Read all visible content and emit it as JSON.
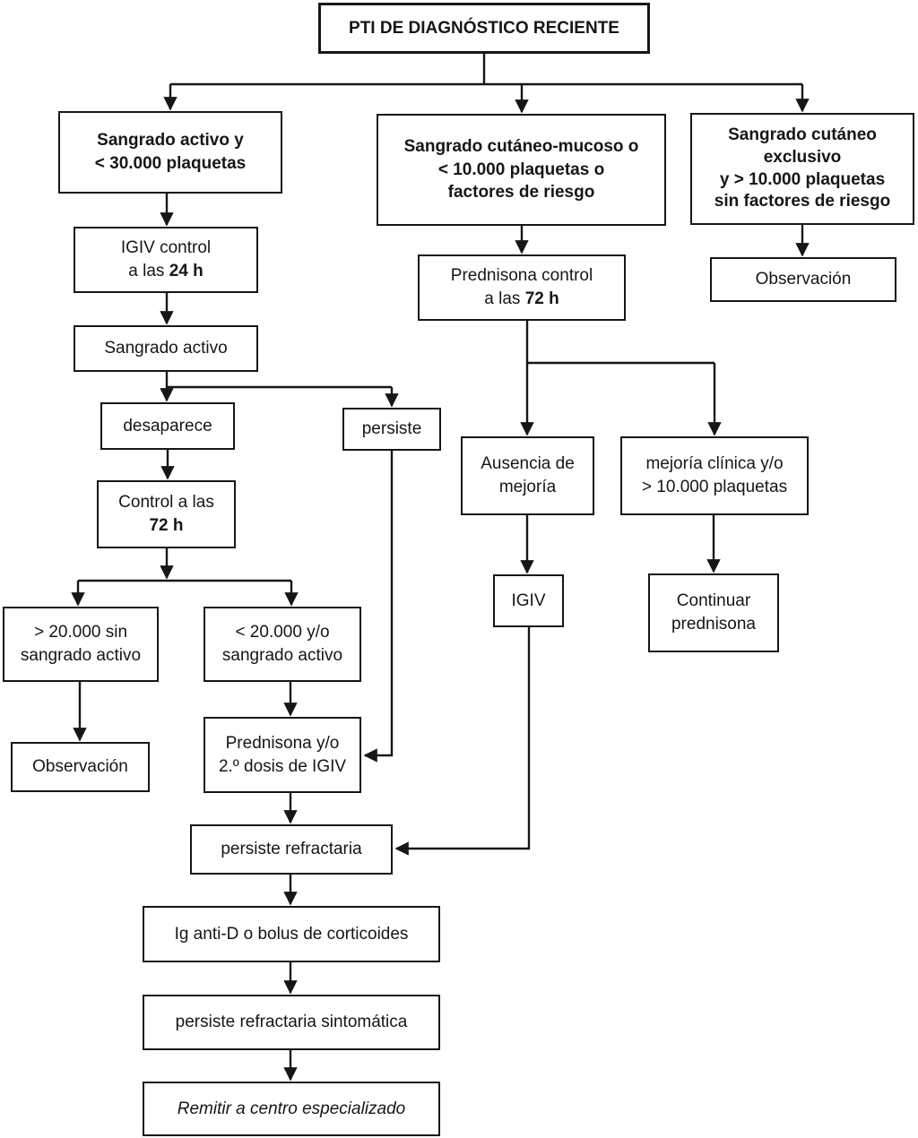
{
  "diagram": {
    "title": "PTI DE DIAGNÓSTICO RECIENTE",
    "language": "es",
    "colors": {
      "ink": "#161616",
      "background": "#ffffff"
    }
  },
  "nodes": {
    "title": {
      "lines": [
        [
          {
            "t": "PTI DE DIAGNÓSTICO RECIENTE",
            "b": true
          }
        ]
      ]
    },
    "sangrado_activo_plaquetas": {
      "lines": [
        [
          {
            "t": "Sangrado activo y",
            "b": true
          }
        ],
        [
          {
            "t": "< 30.000 plaquetas",
            "b": true
          }
        ]
      ]
    },
    "cutaneo_mucoso": {
      "lines": [
        [
          {
            "t": "Sangrado cutáneo-mucoso o",
            "b": true
          }
        ],
        [
          {
            "t": "< 10.000 plaquetas o",
            "b": true
          }
        ],
        [
          {
            "t": "factores de riesgo",
            "b": true
          }
        ]
      ]
    },
    "cutaneo_exclusivo": {
      "lines": [
        [
          {
            "t": "Sangrado cutáneo",
            "b": true
          }
        ],
        [
          {
            "t": "exclusivo",
            "b": true
          }
        ],
        [
          {
            "t": "y > 10.000 plaquetas",
            "b": true
          }
        ],
        [
          {
            "t": "sin factores de riesgo",
            "b": true
          }
        ]
      ]
    },
    "igiv_control": {
      "lines": [
        [
          {
            "t": "IGIV control",
            "b": false
          }
        ],
        [
          {
            "t": "a las ",
            "b": false
          },
          {
            "t": "24 h",
            "b": true
          }
        ]
      ]
    },
    "sangrado_activo": {
      "lines": [
        [
          {
            "t": "Sangrado activo",
            "b": false
          }
        ]
      ]
    },
    "desaparece": {
      "lines": [
        [
          {
            "t": "desaparece",
            "b": false
          }
        ]
      ]
    },
    "persiste": {
      "lines": [
        [
          {
            "t": "persiste",
            "b": false
          }
        ]
      ]
    },
    "control_72h": {
      "lines": [
        [
          {
            "t": "Control a las",
            "b": false
          }
        ],
        [
          {
            "t": "72 h",
            "b": true
          }
        ]
      ]
    },
    "prednisona_control": {
      "lines": [
        [
          {
            "t": "Prednisona control",
            "b": false
          }
        ],
        [
          {
            "t": "a las ",
            "b": false
          },
          {
            "t": "72 h",
            "b": true
          }
        ]
      ]
    },
    "observacion_superior": {
      "lines": [
        [
          {
            "t": "Observación",
            "b": false
          }
        ]
      ]
    },
    "ausencia_mejoria": {
      "lines": [
        [
          {
            "t": "Ausencia de",
            "b": false
          }
        ],
        [
          {
            "t": "mejoría",
            "b": false
          }
        ]
      ]
    },
    "mejoria_clinica": {
      "lines": [
        [
          {
            "t": "mejoría clínica y/o",
            "b": false
          }
        ],
        [
          {
            "t": "> 10.000 plaquetas",
            "b": false
          }
        ]
      ]
    },
    "igiv": {
      "lines": [
        [
          {
            "t": "IGIV",
            "b": false
          }
        ]
      ]
    },
    "continuar_prednisona": {
      "lines": [
        [
          {
            "t": "Continuar",
            "b": false
          }
        ],
        [
          {
            "t": "prednisona",
            "b": false
          }
        ]
      ]
    },
    "mayor_20000": {
      "lines": [
        [
          {
            "t": "> 20.000 sin",
            "b": false
          }
        ],
        [
          {
            "t": "sangrado activo",
            "b": false
          }
        ]
      ]
    },
    "menor_20000": {
      "lines": [
        [
          {
            "t": "< 20.000 y/o",
            "b": false
          }
        ],
        [
          {
            "t": "sangrado activo",
            "b": false
          }
        ]
      ]
    },
    "observacion_inferior": {
      "lines": [
        [
          {
            "t": "Observación",
            "b": false
          }
        ]
      ]
    },
    "prednisona_2dosis": {
      "lines": [
        [
          {
            "t": "Prednisona y/o",
            "b": false
          }
        ],
        [
          {
            "t": "2.º dosis de IGIV",
            "b": false
          }
        ]
      ]
    },
    "persiste_refractaria": {
      "lines": [
        [
          {
            "t": "persiste refractaria",
            "b": false
          }
        ]
      ]
    },
    "ig_antid": {
      "lines": [
        [
          {
            "t": "Ig anti-D o bolus de corticoides",
            "b": false
          }
        ]
      ]
    },
    "persiste_sintomatica": {
      "lines": [
        [
          {
            "t": "persiste refractaria sintomática",
            "b": false
          }
        ]
      ]
    },
    "remitir_centro": {
      "lines": [
        [
          {
            "t": "Remitir a centro especializado",
            "b": false,
            "i": true
          }
        ]
      ]
    }
  }
}
